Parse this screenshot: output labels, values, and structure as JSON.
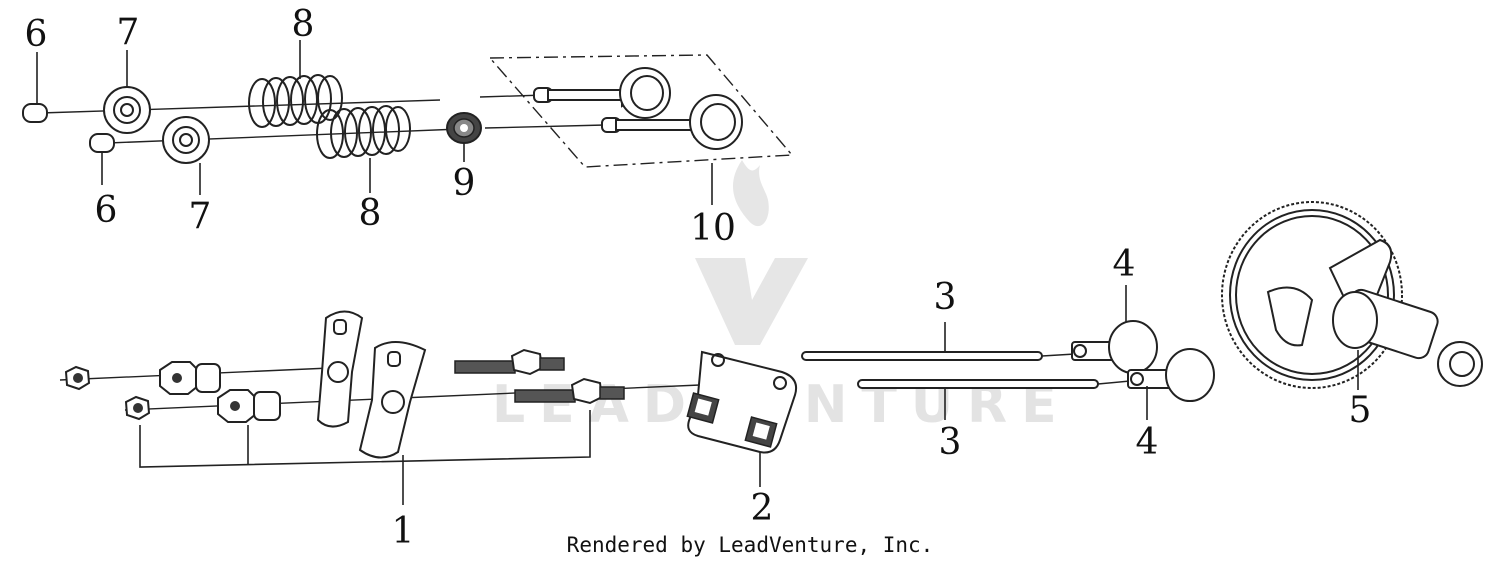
{
  "diagram": {
    "callouts": {
      "c6a": "6",
      "c7a": "7",
      "c8a": "8",
      "c6b": "6",
      "c7b": "7",
      "c8b": "8",
      "c9": "9",
      "c10": "10",
      "c1": "1",
      "c2": "2",
      "c3a": "3",
      "c3b": "3",
      "c4a": "4",
      "c4b": "4",
      "c5": "5"
    },
    "watermark": "LEADVENTURE",
    "credit": "Rendered by LeadVenture, Inc."
  }
}
